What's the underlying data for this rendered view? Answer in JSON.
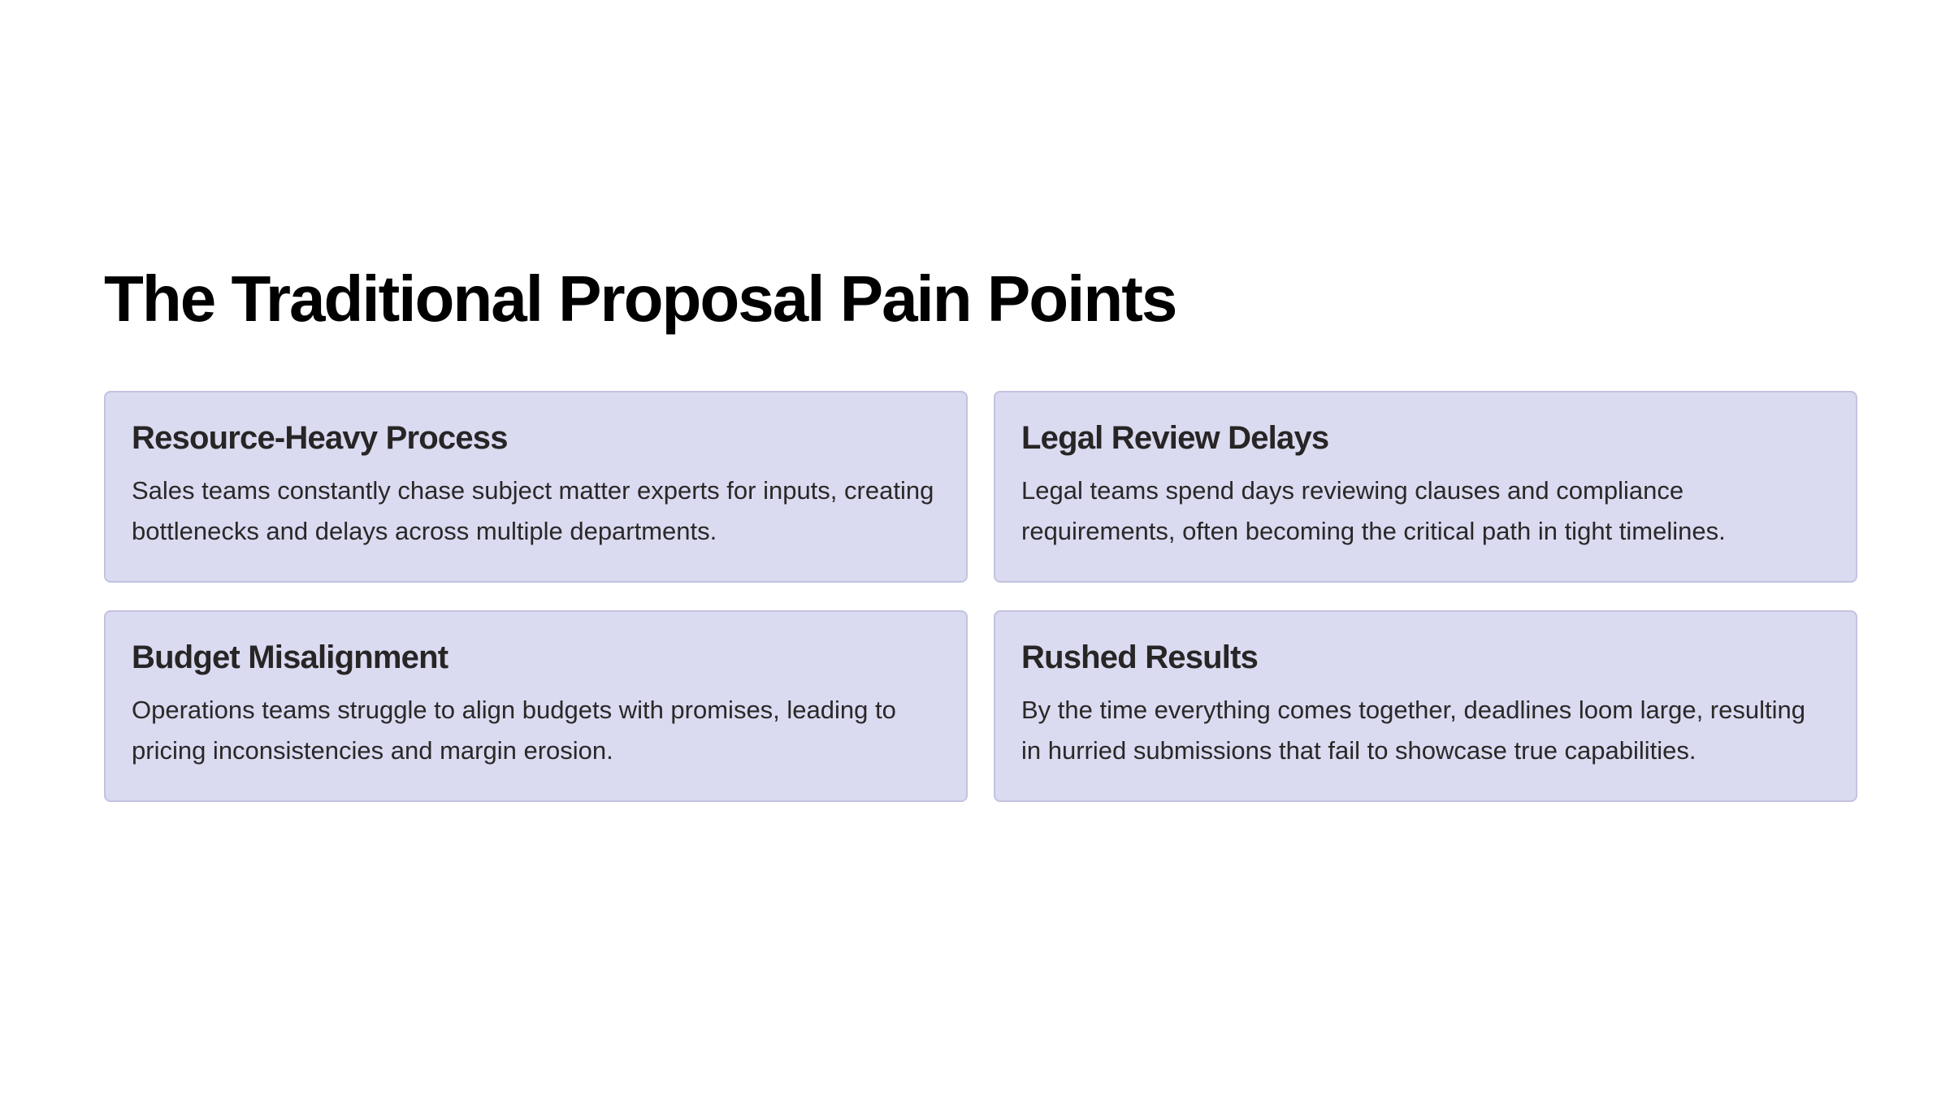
{
  "title": "The Traditional Proposal Pain Points",
  "cards": [
    {
      "heading": "Resource-Heavy Process",
      "body": "Sales teams constantly chase subject matter experts for inputs, creating bottlenecks and delays across multiple departments."
    },
    {
      "heading": "Legal Review Delays",
      "body": "Legal teams spend days reviewing clauses and compliance requirements, often becoming the critical path in tight timelines."
    },
    {
      "heading": "Budget Misalignment",
      "body": "Operations teams struggle to align budgets with promises, leading to pricing inconsistencies and margin erosion."
    },
    {
      "heading": "Rushed Results",
      "body": "By the time everything comes together, deadlines loom large, resulting in hurried submissions that fail to showcase true capabilities."
    }
  ]
}
